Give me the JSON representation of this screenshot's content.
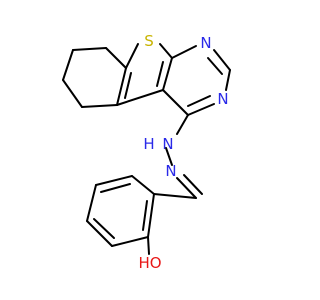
{
  "molecule": {
    "colors": {
      "bond": "#000000",
      "S": "#c8b400",
      "N": "#2a2ae8",
      "O": "#e81818"
    },
    "atoms": {
      "S": "S",
      "N_ring_top": "N",
      "N_ring_bottom": "N",
      "NH": "H",
      "N_hydrazone_upper": "N",
      "N_hydrazone_lower": "N",
      "hydroxyl": "HO"
    }
  }
}
